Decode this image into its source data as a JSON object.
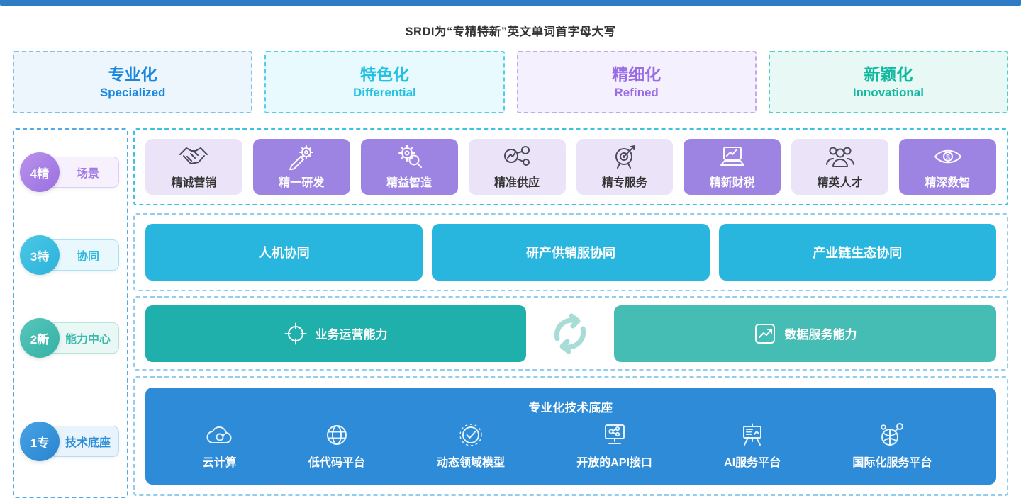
{
  "title": "SRDI为“专精特新”英文单词首字母大写",
  "header": {
    "boxes": [
      {
        "zh": "专业化",
        "en": "Specialized",
        "color": "#1a87dd",
        "bg": "#edf6fd",
        "border": "#7fc0ee"
      },
      {
        "zh": "特色化",
        "en": "Differential",
        "color": "#23c2e2",
        "bg": "#e8fafd",
        "border": "#4fd0e8"
      },
      {
        "zh": "精细化",
        "en": "Refined",
        "color": "#9a6ce6",
        "bg": "#f5f0fd",
        "border": "#c2a8f0"
      },
      {
        "zh": "新颖化",
        "en": "Innovational",
        "color": "#12b9a0",
        "bg": "#e7f8f5",
        "border": "#4fd0c0"
      }
    ]
  },
  "sidebar": {
    "badges": [
      {
        "num": "4精",
        "label": "场景",
        "color": "#a37be3"
      },
      {
        "num": "3特",
        "label": "协同",
        "color": "#2fb9de"
      },
      {
        "num": "2新",
        "label": "能力中心",
        "color": "#3eb9ae"
      },
      {
        "num": "1专",
        "label": "技术底座",
        "color": "#2e90d9"
      }
    ]
  },
  "rows": {
    "scene": {
      "items": [
        {
          "label": "精诚营销",
          "icon": "handshake-icon",
          "variant": "light"
        },
        {
          "label": "精一研发",
          "icon": "pencil-gear-icon",
          "variant": "dark"
        },
        {
          "label": "精益智造",
          "icon": "gear-magnifier-icon",
          "variant": "dark"
        },
        {
          "label": "精准供应",
          "icon": "network-icon",
          "variant": "light"
        },
        {
          "label": "精专服务",
          "icon": "target-dart-icon",
          "variant": "light"
        },
        {
          "label": "精新财税",
          "icon": "laptop-chart-icon",
          "variant": "dark"
        },
        {
          "label": "精英人才",
          "icon": "people-icon",
          "variant": "light"
        },
        {
          "label": "精深数智",
          "icon": "eye-dollar-icon",
          "variant": "dark"
        }
      ]
    },
    "collaboration": {
      "items": [
        {
          "label": "人机协同"
        },
        {
          "label": "研产供销服协同"
        },
        {
          "label": "产业链生态协同"
        }
      ]
    },
    "capability": {
      "left": {
        "label": "业务运营能力",
        "icon": "crosshair-icon",
        "bg": "#1fb0ab"
      },
      "right": {
        "label": "数据服务能力",
        "icon": "chart-up-icon",
        "bg": "#46bdb4"
      },
      "connector_icon": "sync-arrows-icon"
    },
    "tech": {
      "title": "专业化技术底座",
      "bg": "#2d8bd7",
      "items": [
        {
          "label": "云计算",
          "icon": "cloud-icon"
        },
        {
          "label": "低代码平台",
          "icon": "globe-grid-icon"
        },
        {
          "label": "动态领域模型",
          "icon": "check-circle-icon"
        },
        {
          "label": "开放的API接口",
          "icon": "monitor-share-icon"
        },
        {
          "label": "AI服务平台",
          "icon": "presentation-icon"
        },
        {
          "label": "国际化服务平台",
          "icon": "globe-intl-icon"
        }
      ]
    }
  },
  "colors": {
    "topbar": "#2e7cc4",
    "scene_light": "#ebe4f8",
    "scene_dark": "#9d84e3",
    "collab": "#28b6de",
    "row_border_scene": "#3ec2e2",
    "row_border_default": "#92cdee",
    "sidebar_border": "#55a9e9",
    "sync_arrows": "#a8dcd7"
  }
}
